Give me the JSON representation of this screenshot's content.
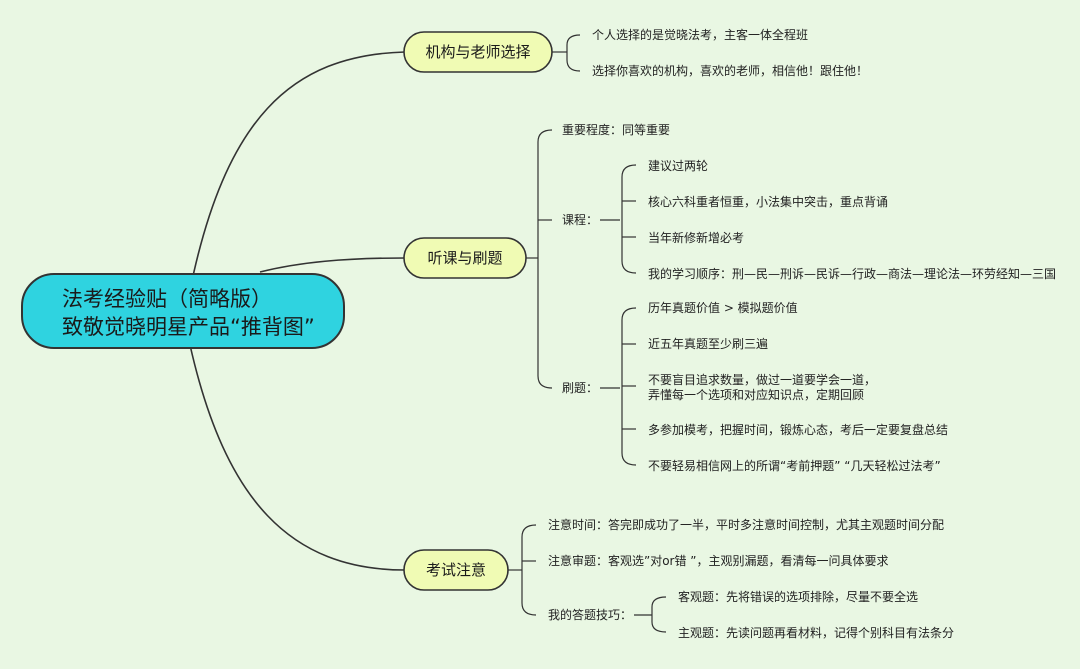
{
  "root": {
    "line1": "法考经验贴（简略版）",
    "line2": "致敬觉晓明星产品“推背图”"
  },
  "branches": [
    {
      "label": "机构与老师选择",
      "leaves": [
        "个人选择的是觉晓法考，主客一体全程班",
        "选择你喜欢的机构，喜欢的老师，相信他！跟住他！"
      ]
    },
    {
      "label": "听课与刷题",
      "importance": "重要程度：同等重要",
      "groups": [
        {
          "label": "课程：",
          "items": [
            "建议过两轮",
            "核心六科重者恒重，小法集中突击，重点背诵",
            "当年新修新增必考",
            "我的学习顺序：刑—民—刑诉—民诉—行政—商法—理论法—环劳经知—三国"
          ]
        },
        {
          "label": "刷题：",
          "items": [
            "历年真题价值 > 模拟题价值",
            "近五年真题至少刷三遍",
            "不要盲目追求数量，做过一道要学会一道，",
            "弄懂每一个选项和对应知识点，定期回顾",
            "多参加模考，把握时间，锻炼心态，考后一定要复盘总结",
            "不要轻易相信网上的所谓“考前押题” “几天轻松过法考”"
          ]
        }
      ]
    },
    {
      "label": "考试注意",
      "leaves": [
        "注意时间：答完即成功了一半，平时多注意时间控制，尤其主观题时间分配",
        "注意审题：客观选”对or错 ”，主观别漏题，看清每一问具体要求"
      ],
      "group": {
        "label": "我的答题技巧：",
        "items": [
          "客观题：先将错误的选项排除，尽量不要全选",
          "主观题：先读问题再看材料，记得个别科目有法条分"
        ]
      }
    }
  ],
  "colors": {
    "background": "#e9f7e3",
    "root_fill": "#2fd3e0",
    "branch_fill": "#f0fbb4",
    "stroke": "#333333"
  }
}
